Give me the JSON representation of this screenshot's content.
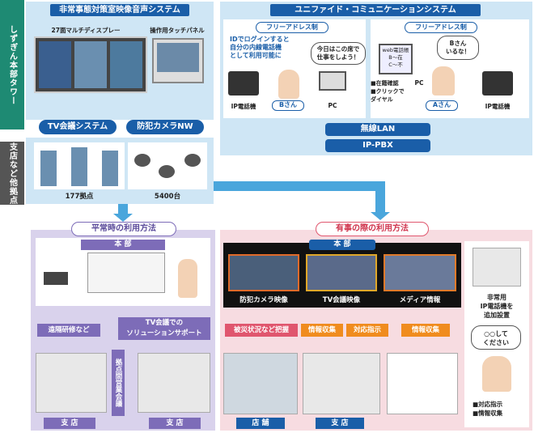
{
  "left_labels": {
    "hq": "しずぎん本部タワー",
    "branches": "支店など他拠点"
  },
  "emergency_system": {
    "title": "非常事態対策室映像音声システム",
    "multi_display": "27面マルチディスプレー",
    "touch_panel": "操作用タッチパネル"
  },
  "unified": {
    "title": "ユニファイド・コミュニケーションシステム",
    "free_address_1": "フリーアドレス制",
    "free_address_2": "フリーアドレス制",
    "login_note": "IDでログインすると\n自分の内線電話機\nとして利用可能に",
    "bubble_b": "今日はこの席で\n仕事をしよう！",
    "person_b": "Bさん",
    "pc": "PC",
    "ip_phone_left": "IP電話機",
    "screen_text": "web電話帳\nB～在\nC～不",
    "bubble_a": "Bさん\nいるな！",
    "checks": "■在籍確認\n■クリックで\nダイヤル",
    "pc_right": "PC",
    "person_a": "Aさん",
    "ip_phone_right": "IP電話機",
    "wireless": "無線LAN",
    "ip_pbx": "IP-PBX"
  },
  "network": {
    "tv_conf": "TV会議システム",
    "camera_nw": "防犯カメラNW",
    "sites": "177拠点",
    "cameras": "5400台"
  },
  "normal": {
    "title": "平常時の利用方法",
    "hq": "本 部",
    "remote_training": "遠隔研修など",
    "solution_support": "TV会議での\nソリューションサポート",
    "inter_branch": "拠点間営業会議",
    "branch_1": "支 店",
    "branch_2": "支 店"
  },
  "emergency": {
    "title": "有事の際の利用方法",
    "hq": "本 部",
    "cam_video": "防犯カメラ映像",
    "tv_video": "TV会議映像",
    "media": "メディア情報",
    "damage": "被災状況など把握",
    "info1": "情報収集",
    "response": "対応指示",
    "info2": "情報収集",
    "store": "店 舗",
    "branch": "支 店",
    "emergency_phone": "非常用\nIP電話機を\n追加設置",
    "bubble": "○○して\nください",
    "bullets": "■対応指示\n■情報収集"
  }
}
